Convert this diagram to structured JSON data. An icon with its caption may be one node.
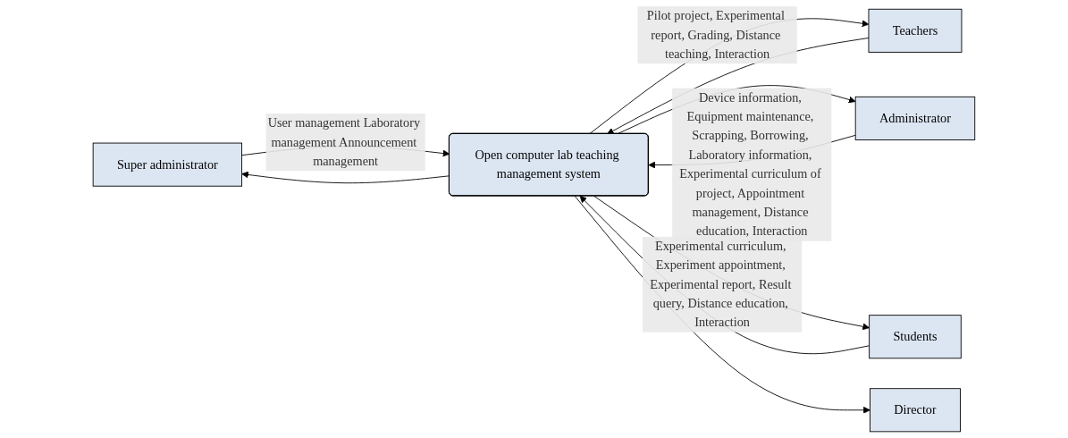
{
  "diagram": {
    "nodes": [
      {
        "text": [
          "Super administrator"
        ]
      },
      {
        "text": [
          "Open computer lab teaching management system"
        ]
      },
      {
        "text": [
          "Teachers"
        ]
      },
      {
        "text": [
          "Administrator"
        ]
      },
      {
        "text": [
          "Students"
        ]
      },
      {
        "text": [
          "Director"
        ]
      }
    ],
    "edges": [
      {
        "from": 0,
        "to": 1,
        "arrow": "to",
        "label": "User management Laboratory management Announcement management"
      },
      {
        "from": 1,
        "to": 0,
        "arrow": "to"
      },
      {
        "from": 1,
        "to": 2,
        "arrow": "to",
        "label": "Pilot project, Experimental report, Grading, Distance teaching, Interaction"
      },
      {
        "from": 2,
        "to": 1,
        "arrow": "to"
      },
      {
        "from": 3,
        "to": 1,
        "arrow": "to",
        "label": "Device information, Equipment maintenance, Scrapping, Borrowing, Laboratory information, Experimental curriculum of project, Appointment management, Distance education, Interaction"
      },
      {
        "from": 1,
        "to": 3,
        "arrow": "to"
      },
      {
        "from": 1,
        "to": 4,
        "arrow": "to",
        "label": "Experimental curriculum, Experiment appointment, Experimental report, Result query, Distance education, Interaction"
      },
      {
        "from": 4,
        "to": 1,
        "arrow": "to"
      },
      {
        "from": 1,
        "to": 5,
        "arrow": "to"
      }
    ]
  }
}
